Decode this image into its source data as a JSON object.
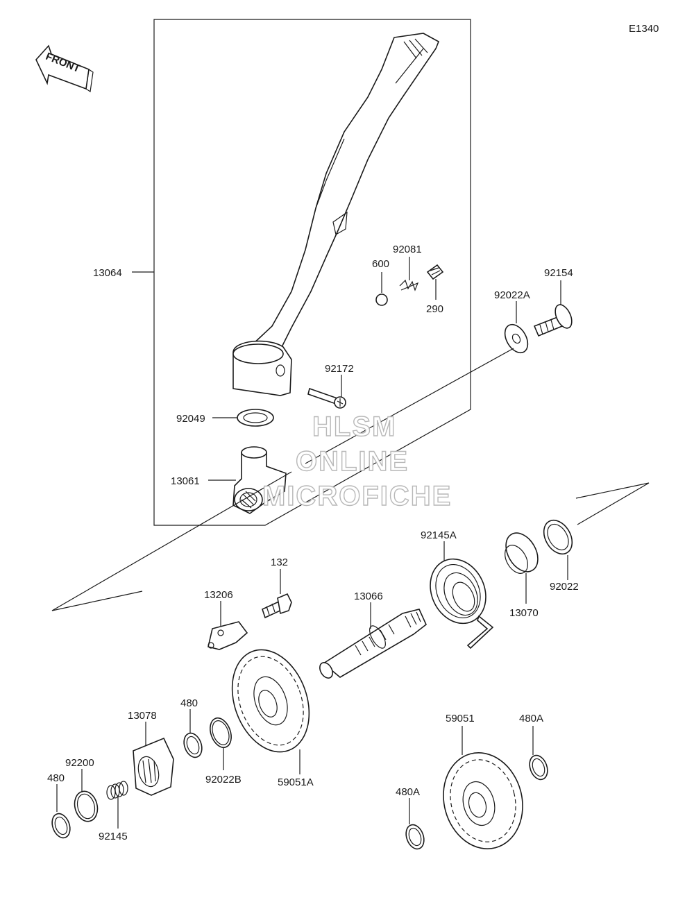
{
  "diagram_code": "E1340",
  "front_arrow_label": "FRONT",
  "watermark": {
    "line1": "HLSM",
    "line2": "ONLINE",
    "line3": "MICROFICHE"
  },
  "parts": {
    "p13064": "13064",
    "p600": "600",
    "p92081": "92081",
    "p290": "290",
    "p92154": "92154",
    "p92022A": "92022A",
    "p92172": "92172",
    "p92049": "92049",
    "p13061": "13061",
    "p92145A": "92145A",
    "p13070": "13070",
    "p92022": "92022",
    "p132": "132",
    "p13206": "13206",
    "p13066": "13066",
    "p480_top": "480",
    "p13078": "13078",
    "p92200": "92200",
    "p480_left": "480",
    "p92145": "92145",
    "p92022B": "92022B",
    "p59051A": "59051A",
    "p59051": "59051",
    "p480A_top": "480A",
    "p480A_left": "480A"
  },
  "colors": {
    "line": "#1a1a1a",
    "background": "#ffffff",
    "watermark_outline": "#b5b5b5"
  }
}
